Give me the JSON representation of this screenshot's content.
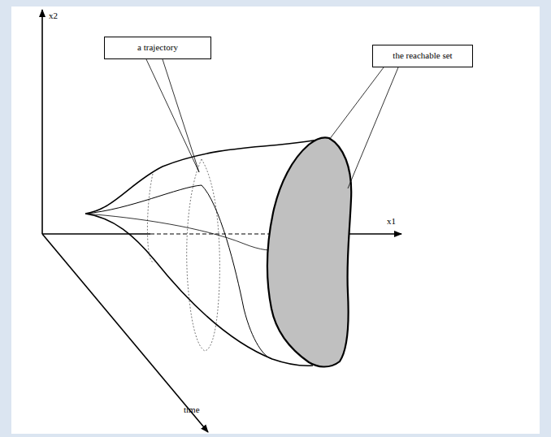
{
  "diagram": {
    "nodes": [
      {
        "text": [
          "a trajectory"
        ]
      },
      {
        "text": [
          "the reachable set"
        ]
      }
    ],
    "labels": [
      "x2",
      "x1",
      "time"
    ]
  }
}
